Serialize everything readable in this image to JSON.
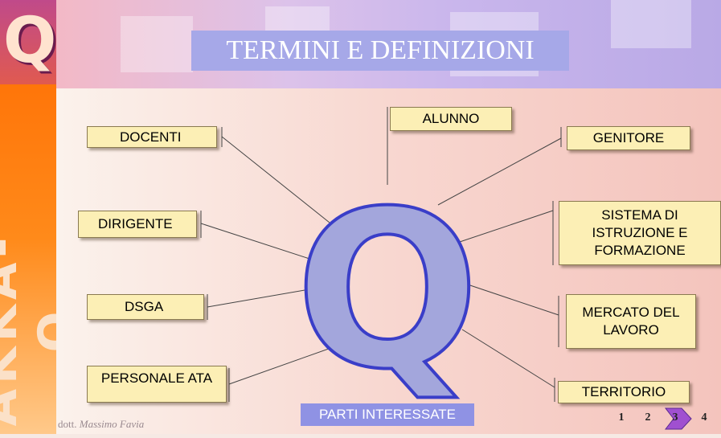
{
  "title": "TERMINI E DEFINIZIONI",
  "logo": {
    "letter": "Q",
    "text": "AKKA-Q"
  },
  "center_icon": "Q",
  "nodes": {
    "alunno": "ALUNNO",
    "docenti": "DOCENTI",
    "genitore": "GENITORE",
    "dirigente": "DIRIGENTE",
    "sistema": "SISTEMA DI ISTRUZIONE E FORMAZIONE",
    "dsga": "DSGA",
    "mercato": "MERCATO DEL LAVORO",
    "personale": "PERSONALE ATA",
    "territorio": "TERRITORIO"
  },
  "footer": {
    "parti": "PARTI INTERESSATE",
    "author_prefix": "dott.",
    "author_name": "Massimo Favia"
  },
  "pagination": [
    "1",
    "2",
    "3",
    "4"
  ],
  "pagination_active": "3",
  "colors": {
    "title_bar": "#a6a8e8",
    "node_fill": "#fcefb5",
    "q_fill": "#a3a6dc",
    "accent": "#ff6a00"
  }
}
